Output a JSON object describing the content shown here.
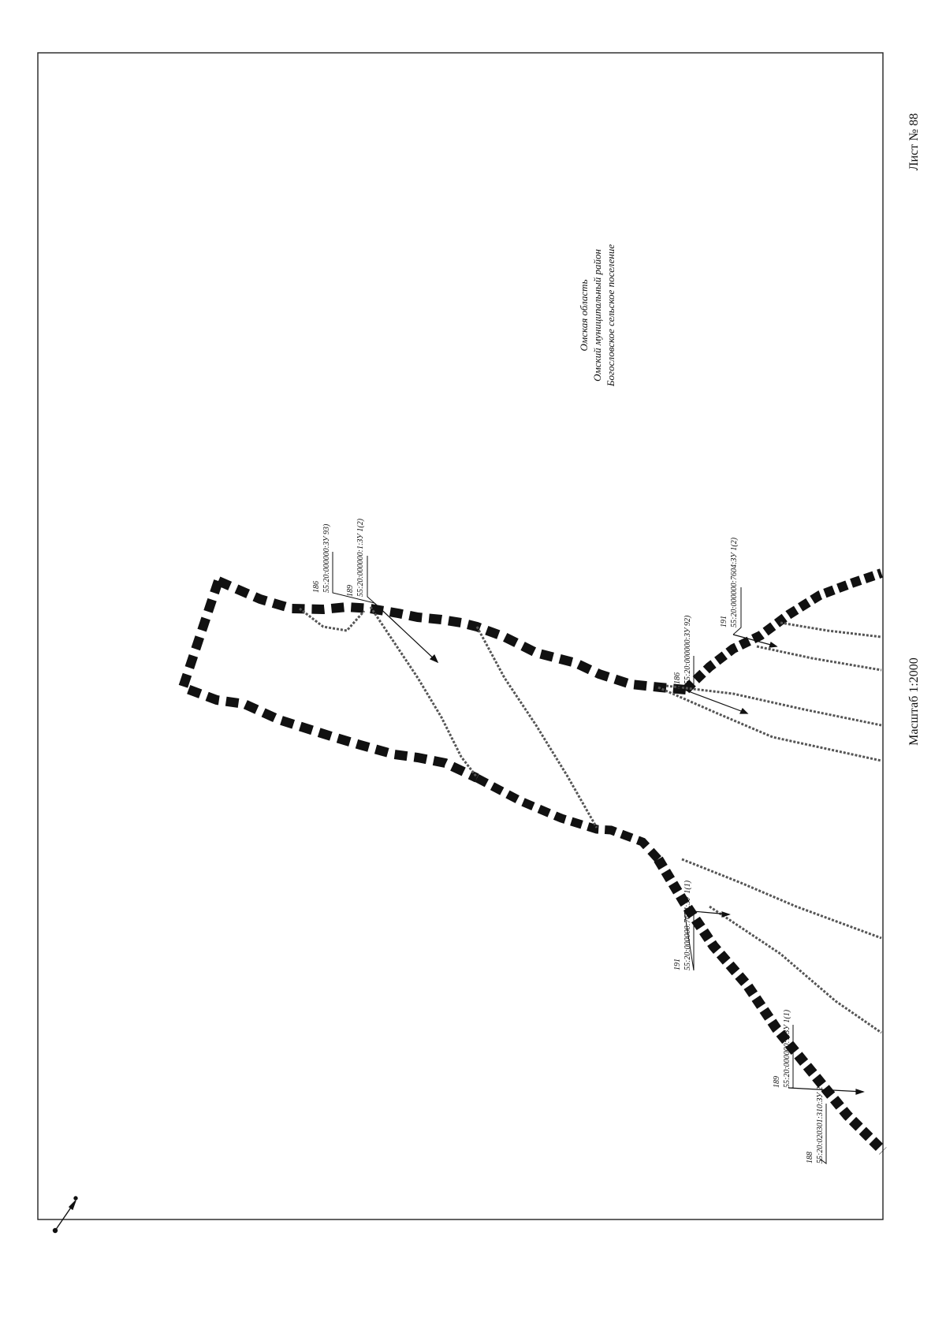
{
  "sheet": {
    "number_label": "Лист № 88",
    "scale_label": "Масштаб 1:2000"
  },
  "region": {
    "line1": "Омская область",
    "line2": "Омский муниципальный район",
    "line3": "Богословское сельское поселение"
  },
  "parcels": [
    {
      "num": "186",
      "code": "55:20:000000:ЗУ 93)"
    },
    {
      "num": "189",
      "code": "55:20:000000:1:ЗУ 1(2)"
    },
    {
      "num": "191",
      "code": "55:20:000000:7604:ЗУ 1(2)"
    },
    {
      "num": "186",
      "code": "55:20:000000:ЗУ 92)"
    },
    {
      "num": "191",
      "code": "55:20:000000:7604:ЗУ 1(1)"
    },
    {
      "num": "189",
      "code": "55:20:000000:1:ЗУ 1(1)"
    },
    {
      "num": "188",
      "code": "55:20:020301:310:ЗУ 2"
    }
  ],
  "icons": {
    "north_arrow": "north-arrow-icon"
  },
  "colors": {
    "ink": "#111111",
    "frame": "#222222",
    "background": "#ffffff"
  }
}
